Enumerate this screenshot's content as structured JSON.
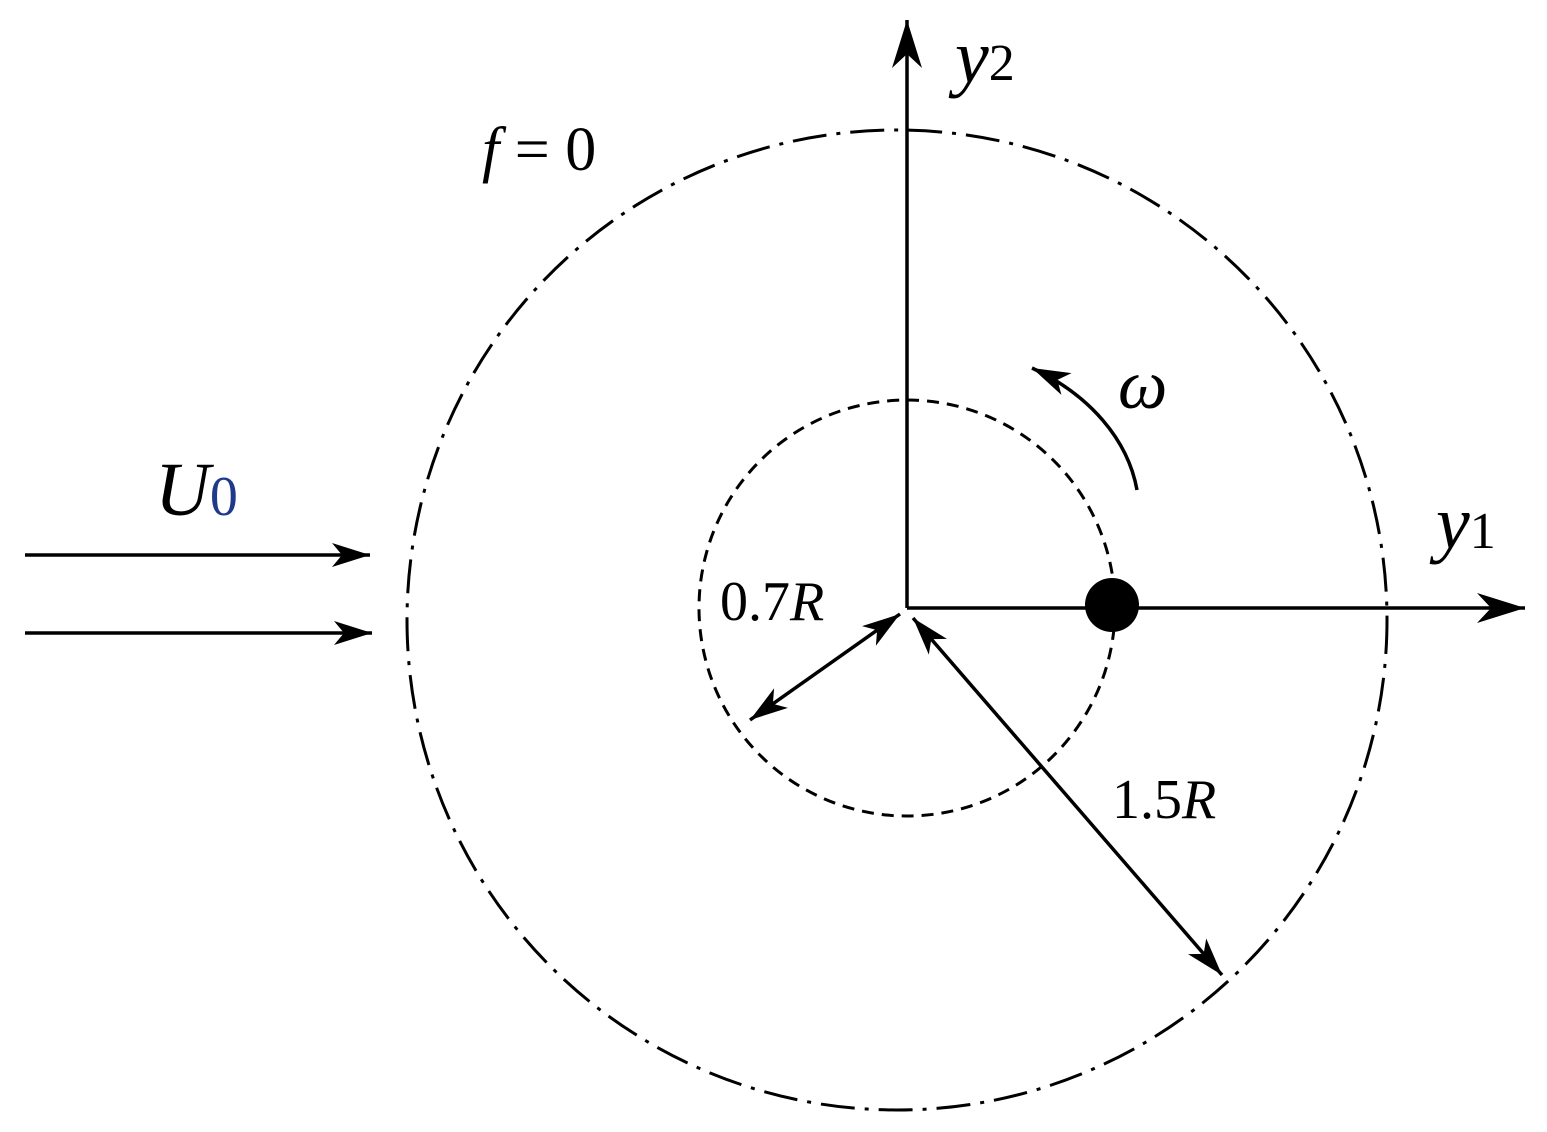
{
  "labels": {
    "y2_var": "y",
    "y2_sub": "2",
    "y1_var": "y",
    "y1_sub": "1",
    "f_var": "f",
    "f_eq": " = 0",
    "omega": "ω",
    "u0_var": "U",
    "u0_sub": "0",
    "r_inner_num": "0.7",
    "r_inner_var": "R",
    "r_outer_num": "1.5",
    "r_outer_var": "R"
  },
  "colors": {
    "ink": "#000000",
    "u0_subscript": "#1f3a8a"
  }
}
